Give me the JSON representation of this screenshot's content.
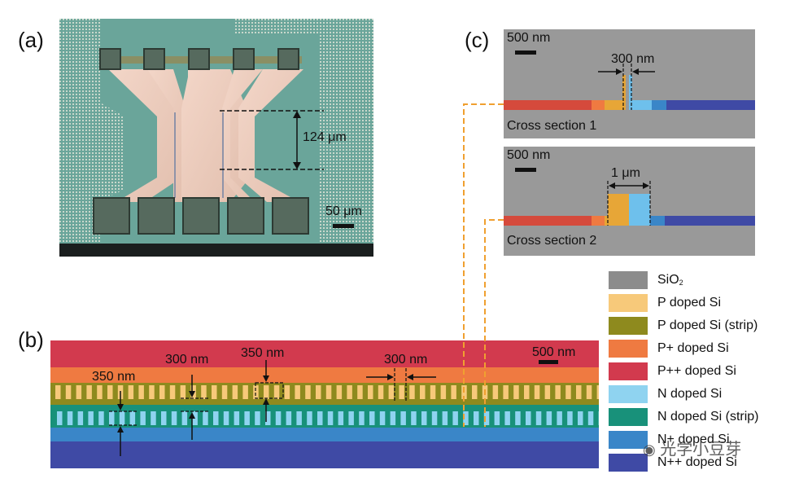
{
  "panels": {
    "a": {
      "label": "(a)",
      "dimension": "124 μm",
      "scalebar": "50 μm"
    },
    "b": {
      "label": "(b)",
      "scalebar": "500 nm",
      "dims": [
        "350 nm",
        "300 nm",
        "350 nm",
        "300 nm"
      ]
    },
    "c": {
      "label": "(c)",
      "sections": [
        {
          "title": "Cross section 1",
          "scalebar": "500 nm",
          "gap": "300 nm"
        },
        {
          "title": "Cross section 2",
          "scalebar": "500 nm",
          "gap": "1 μm"
        }
      ]
    }
  },
  "legend": [
    {
      "label": "SiO",
      "sub": "2",
      "color": "#8c8c8c"
    },
    {
      "label": "P doped Si",
      "color": "#f7c97a"
    },
    {
      "label": "P doped Si (strip)",
      "color": "#8e8a1e"
    },
    {
      "label": "P+ doped Si",
      "color": "#ef7a41"
    },
    {
      "label": "P++ doped Si",
      "color": "#d23a4e"
    },
    {
      "label": "N doped Si",
      "color": "#8fd3f0"
    },
    {
      "label": "N doped Si (strip)",
      "color": "#18917a"
    },
    {
      "label": "N+ doped Si",
      "color": "#3a86c8"
    },
    {
      "label": "N++ doped Si",
      "color": "#3f4aa5"
    }
  ],
  "watermark": "光学小豆芽",
  "colors": {
    "sio2": "#999999",
    "p": "#e7a637",
    "p_strip": "#8e8a1e",
    "p_plus": "#ef7a41",
    "p_pp": "#d23a4e",
    "n": "#6ec0ec",
    "n_strip": "#18917a",
    "n_plus": "#3a86c8",
    "n_pp": "#3f4aa5",
    "connector": "#f0a030"
  }
}
